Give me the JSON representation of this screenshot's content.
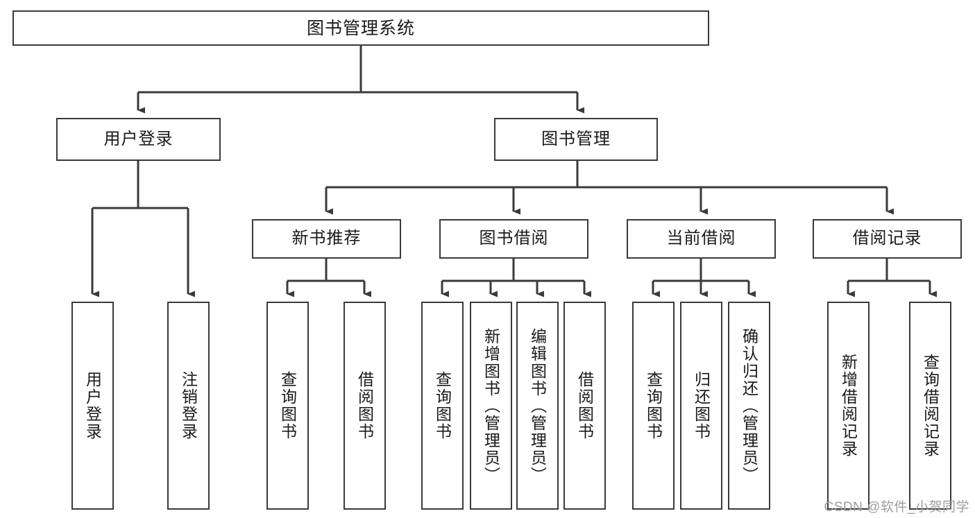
{
  "diagram": {
    "title": "图书管理系统",
    "type": "hierarchy-tree",
    "root": {
      "label": "图书管理系统"
    },
    "level2": [
      {
        "label": "用户登录"
      },
      {
        "label": "图书管理"
      }
    ],
    "level3": [
      {
        "label": "新书推荐"
      },
      {
        "label": "图书借阅"
      },
      {
        "label": "当前借阅"
      },
      {
        "label": "借阅记录"
      }
    ],
    "leaves": {
      "user_login": [
        {
          "label": "用户登录"
        },
        {
          "label": "注销登录"
        }
      ],
      "new_book_recommend": [
        {
          "label": "查询图书"
        },
        {
          "label": "借阅图书"
        }
      ],
      "book_borrow": [
        {
          "label": "查询图书"
        },
        {
          "label": "新增图书（管理员）"
        },
        {
          "label": "编辑图书（管理员）"
        },
        {
          "label": "借阅图书"
        }
      ],
      "current_borrow": [
        {
          "label": "查询图书"
        },
        {
          "label": "归还图书"
        },
        {
          "label": "确认归还（管理员）"
        }
      ],
      "borrow_record": [
        {
          "label": "新增借阅记录"
        },
        {
          "label": "查询借阅记录"
        }
      ]
    }
  },
  "watermark": {
    "text": "CSDN @软件_小贺同学"
  },
  "colors": {
    "stroke": "#3a3a3a",
    "fill": "#ffffff",
    "text": "#1a1a1a",
    "watermark": "#9d9d9d"
  }
}
